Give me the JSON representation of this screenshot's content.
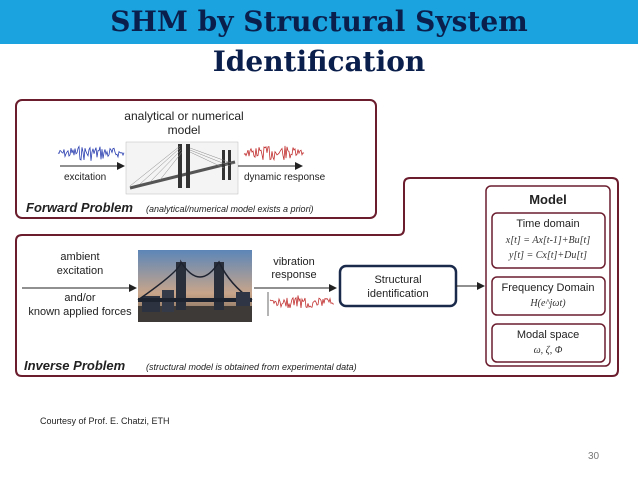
{
  "title": "SHM by Structural System Identification",
  "forward": {
    "model_label_1": "analytical or numerical",
    "model_label_2": "model",
    "excitation": "excitation",
    "response": "dynamic response",
    "problem_title": "Forward Problem",
    "problem_note": "(analytical/numerical model exists a priori)"
  },
  "inverse": {
    "ambient_1": "ambient",
    "ambient_2": "excitation",
    "andor_1": "and/or",
    "andor_2": "known applied forces",
    "vibration_1": "vibration",
    "vibration_2": "response",
    "structural_1": "Structural",
    "structural_2": "identification",
    "problem_title": "Inverse Problem",
    "problem_note": "(structural model is obtained from experimental data)"
  },
  "model": {
    "heading": "Model",
    "time_domain": "Time domain",
    "time_eq_1": "x[t] = Ax[t-1]+Bu[t]",
    "time_eq_2": "y[t] = Cx[t]+Du[t]",
    "freq_domain": "Frequency Domain",
    "freq_eq": "H(e^jωt)",
    "modal_space": "Modal space",
    "modal_eq": "ω, ζ, Φ"
  },
  "courtesy": "Courtesy of Prof. E. Chatzi, ETH",
  "page_number": "30",
  "colors": {
    "title_bar": "#1aa3de",
    "title_text": "#0b1f4d",
    "box_border": "#6b1d2e",
    "id_border": "#1a2a4a"
  }
}
